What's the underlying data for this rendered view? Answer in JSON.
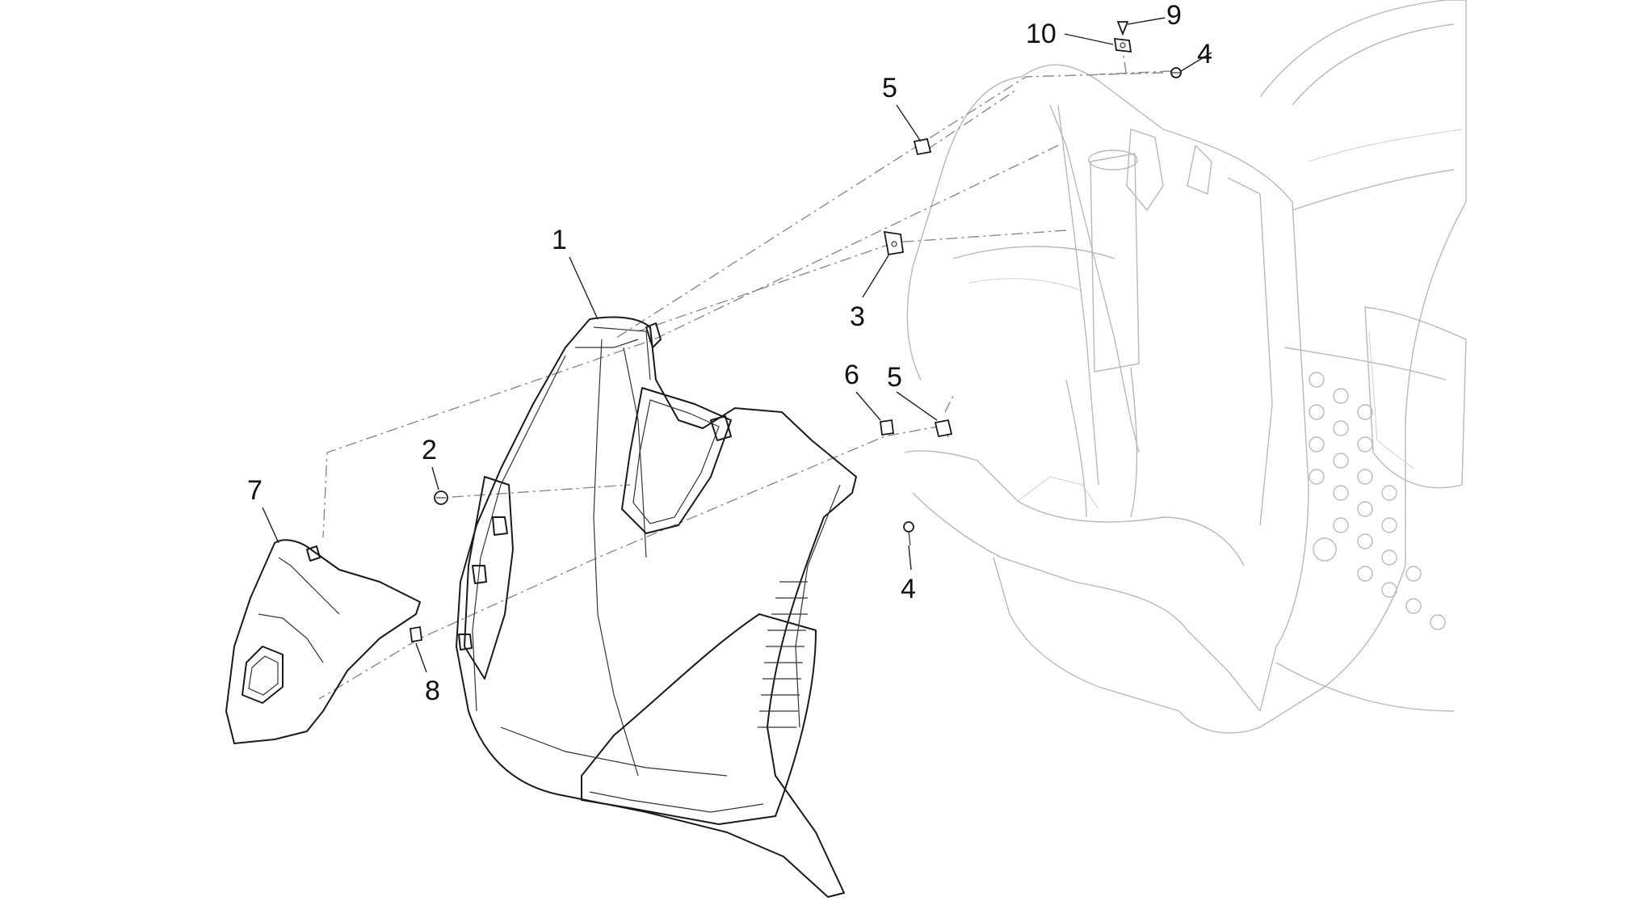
{
  "callouts": {
    "c1": "1",
    "c2": "2",
    "c3": "3",
    "c4a": "4",
    "c4b": "4",
    "c5a": "5",
    "c5b": "5",
    "c6": "6",
    "c7": "7",
    "c8": "8",
    "c9": "9",
    "c10": "10"
  }
}
